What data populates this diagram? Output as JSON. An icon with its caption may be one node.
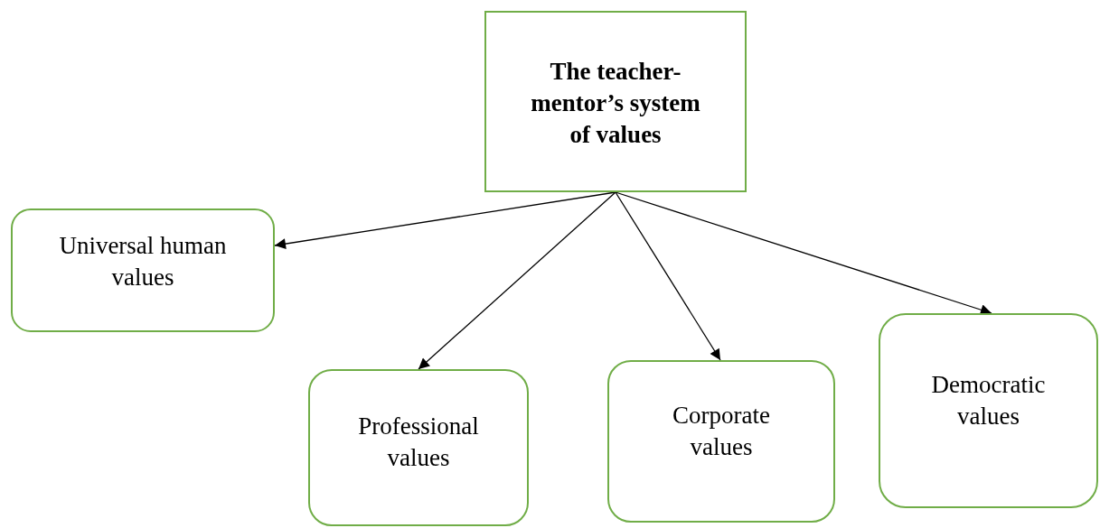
{
  "diagram": {
    "nodes": [
      {
        "text": [
          "The teacher-mentor’s system of values"
        ]
      },
      {
        "text": [
          "Universal human values"
        ]
      },
      {
        "text": [
          "Professional values"
        ]
      },
      {
        "text": [
          "Corporate values"
        ]
      },
      {
        "text": [
          "Democratic values"
        ]
      }
    ],
    "edges": [
      {
        "from": 0,
        "to": 1,
        "arrow": "to"
      },
      {
        "from": 0,
        "to": 2,
        "arrow": "to"
      },
      {
        "from": 0,
        "to": 3,
        "arrow": "to"
      },
      {
        "from": 0,
        "to": 4,
        "arrow": "to"
      }
    ]
  }
}
